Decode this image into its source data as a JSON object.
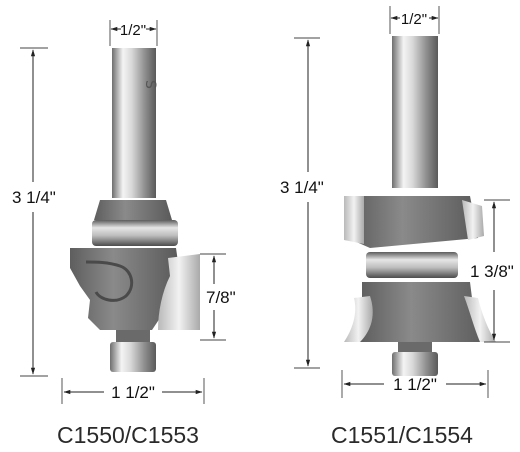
{
  "bits": [
    {
      "model": "C1550/C1553",
      "dims": {
        "shank": "1/2\"",
        "overall": "3 1/4\"",
        "cut_height": "7/8\"",
        "diameter": "1 1/2\""
      }
    },
    {
      "model": "C1551/C1554",
      "dims": {
        "shank": "1/2\"",
        "overall": "3 1/4\"",
        "cut_height": "1 3/8\"",
        "diameter": "1 1/2\""
      }
    }
  ],
  "colors": {
    "shank_light": "#e9e9e9",
    "shank_dark": "#8a8a8a",
    "body_gray": "#7d7d7d",
    "carbide": "#cfcfcf"
  }
}
